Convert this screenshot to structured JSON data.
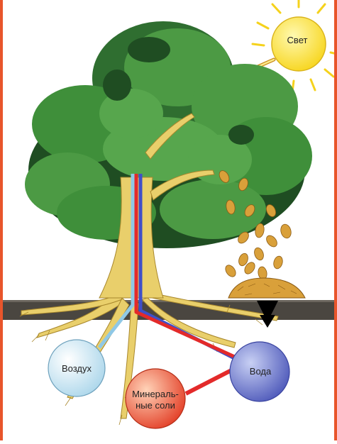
{
  "labels": {
    "light": "Свет",
    "air": "Воздух",
    "water": "Вода",
    "minerals": "Минераль-\nные соли"
  },
  "colors": {
    "frame": "#e8552b",
    "sun": "#fde036",
    "sun_rays": "#f5d21c",
    "foliage": "#3f8f3a",
    "foliage_dark": "#1f4d22",
    "trunk": "#e9cf6b",
    "soil": "#4a4640",
    "air_circle": "#cfe8f4",
    "water_circle": "#6a76c8",
    "minerals_circle": "#e8553a",
    "red_channel": "#e32a2a",
    "blue_channel": "#3f4fc9",
    "light_blue_channel": "#8fc8e6",
    "fallen_leaves": "#d9a03a"
  }
}
